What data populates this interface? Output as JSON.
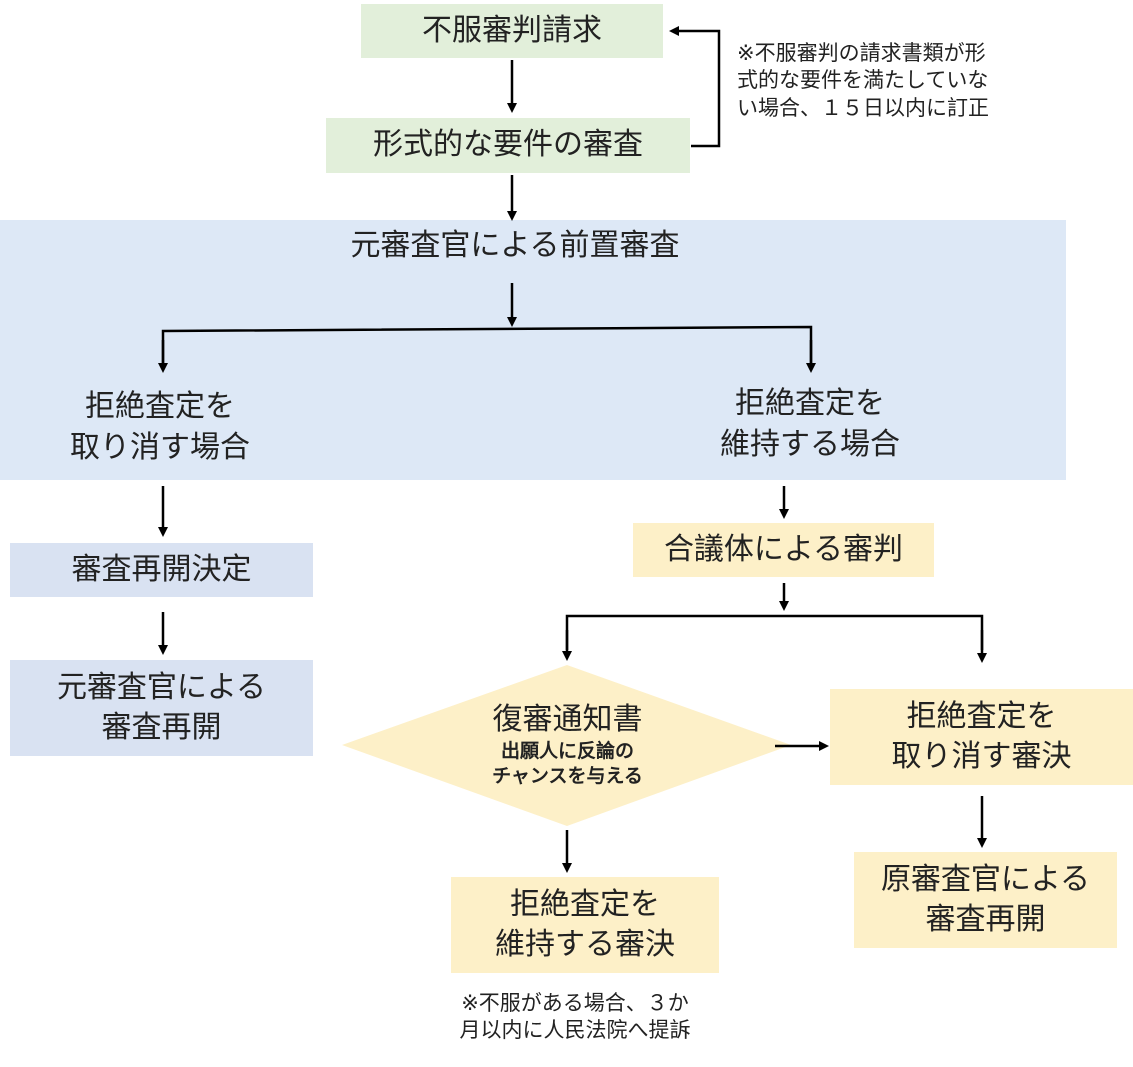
{
  "top": {
    "appeal": "不服審判請求",
    "formal_review": "形式的な要件の審査",
    "note_lines": [
      "※不服審判の請求書類が形",
      "式的な要件を満たしていな",
      "い場合、１５日以内に訂正"
    ]
  },
  "pre_exam": {
    "title": "元審査官による前置審査",
    "cancel_lines": [
      "拒絶査定を",
      "取り消す場合"
    ],
    "maintain_lines": [
      "拒絶査定を",
      "維持する場合"
    ]
  },
  "left_branch": {
    "resume_decision": "審査再開決定",
    "resume_lines": [
      "元審査官による",
      "審査再開"
    ]
  },
  "right_branch": {
    "collegial": "合議体による審判",
    "notice_title": "復審通知書",
    "notice_sub_lines": [
      "出願人に反論の",
      "チャンスを与える"
    ],
    "cancel_decision_lines": [
      "拒絶査定を",
      "取り消す審決"
    ],
    "original_resume_lines": [
      "原審査官による",
      "審査再開"
    ],
    "maintain_decision_lines": [
      "拒絶査定を",
      "維持する審決"
    ],
    "bottom_note_lines": [
      "※不服がある場合、３か",
      "月以内に人民法院へ提訴"
    ]
  },
  "colors": {
    "green": "#e2efda",
    "blue_large": "#dde8f6",
    "blue": "#d9e2f2",
    "yellow": "#fdf0c8",
    "arrow": "#000000"
  }
}
